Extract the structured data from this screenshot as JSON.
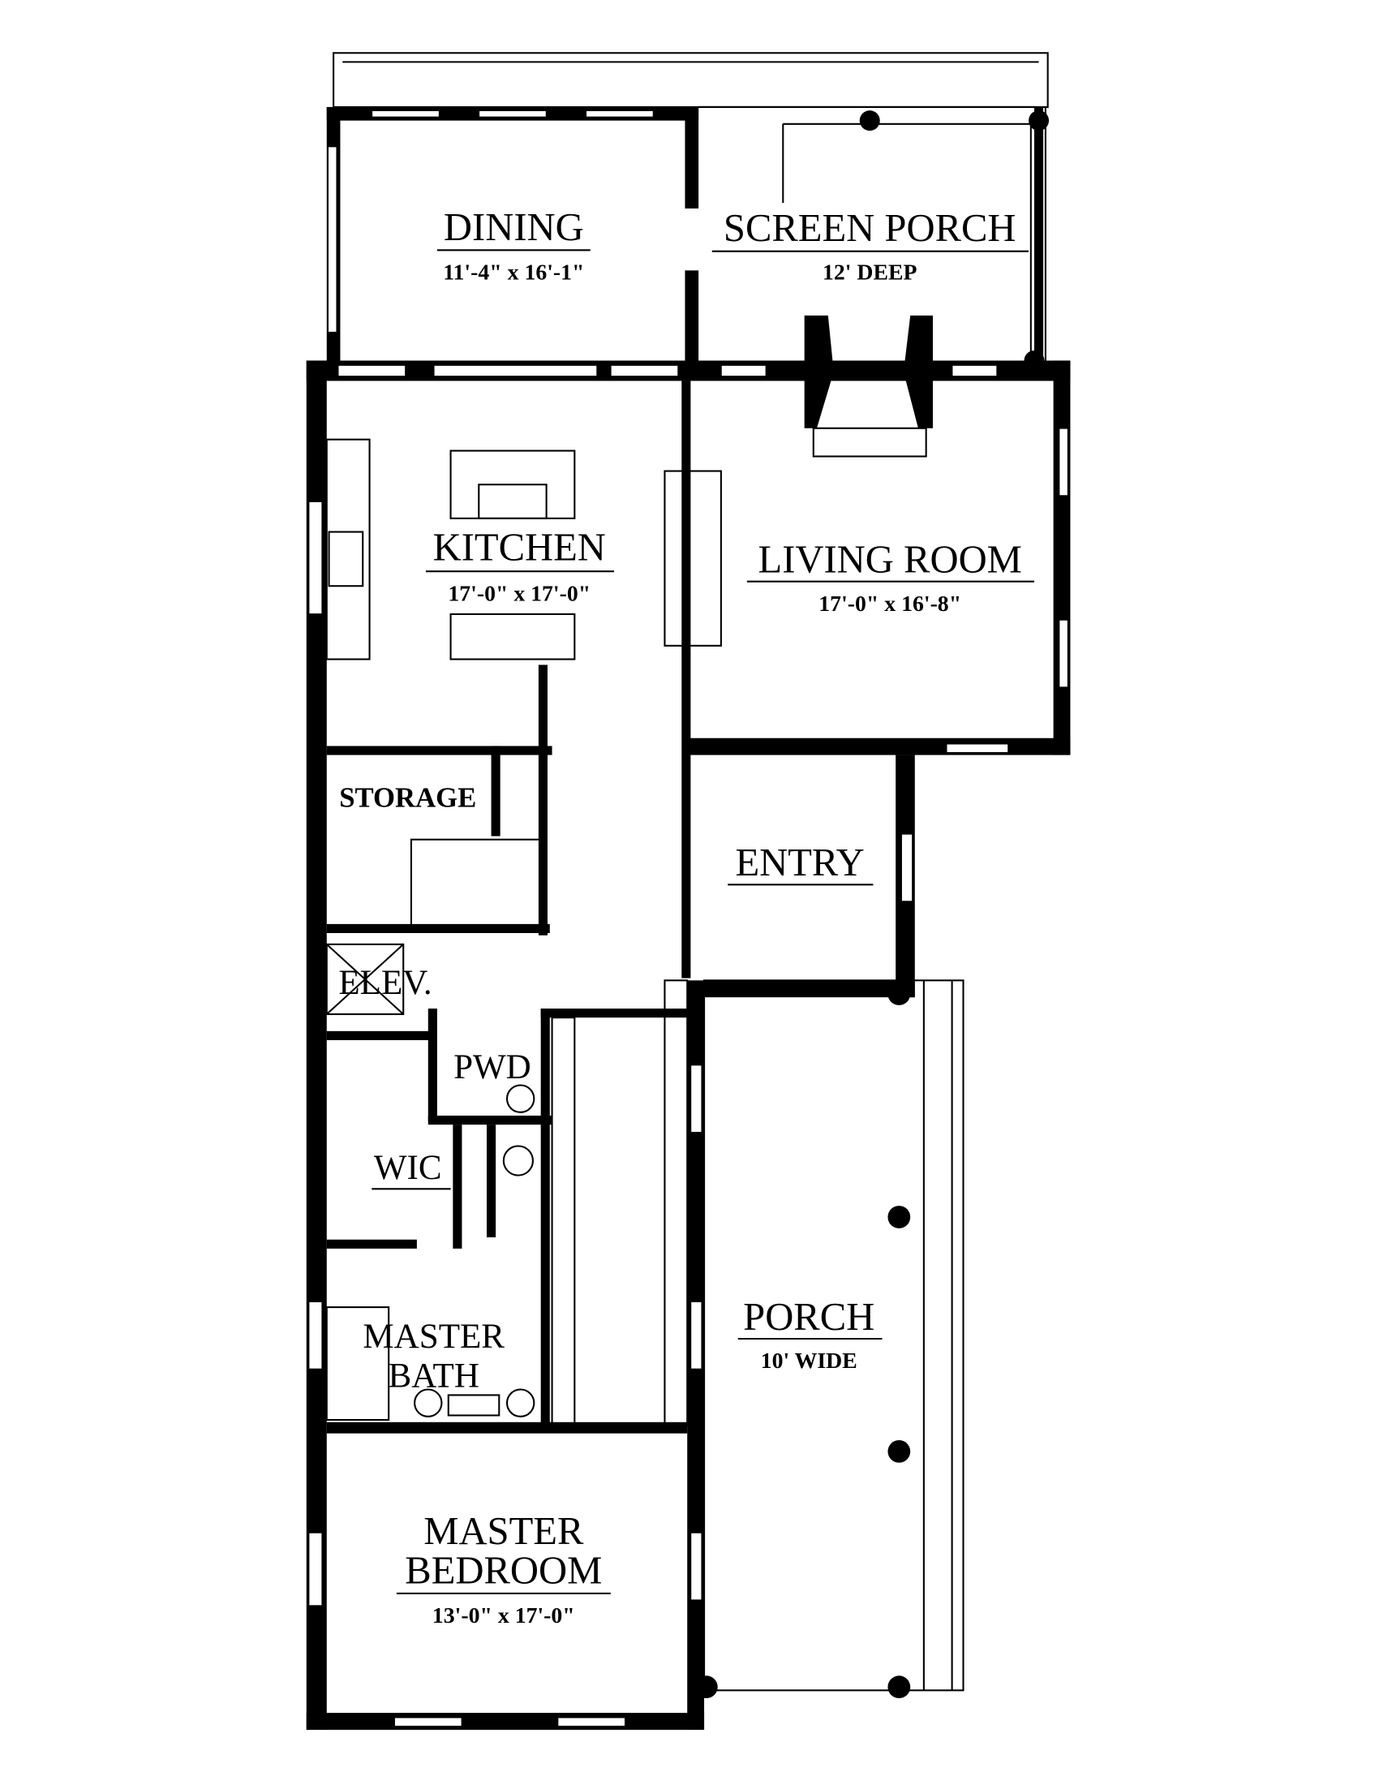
{
  "plan": {
    "rooms": {
      "dining": {
        "name": "DINING",
        "size": "11'-4\" x 16'-1\""
      },
      "screen_porch": {
        "name": "SCREEN PORCH",
        "size": "12' DEEP"
      },
      "kitchen": {
        "name": "KITCHEN",
        "size": "17'-0\" x 17'-0\""
      },
      "living_room": {
        "name": "LIVING ROOM",
        "size": "17'-0\" x 16'-8\""
      },
      "storage": {
        "name": "STORAGE"
      },
      "entry": {
        "name": "ENTRY"
      },
      "elevator": {
        "name": "ELEV."
      },
      "powder": {
        "name": "PWD"
      },
      "wic": {
        "name": "WIC"
      },
      "master_bath": {
        "name_line1": "MASTER",
        "name_line2": "BATH"
      },
      "porch": {
        "name": "PORCH",
        "size": "10' WIDE"
      },
      "master_bedroom": {
        "name_line1": "MASTER",
        "name_line2": "BEDROOM",
        "size": "13'-0\" x 17'-0\""
      }
    }
  }
}
